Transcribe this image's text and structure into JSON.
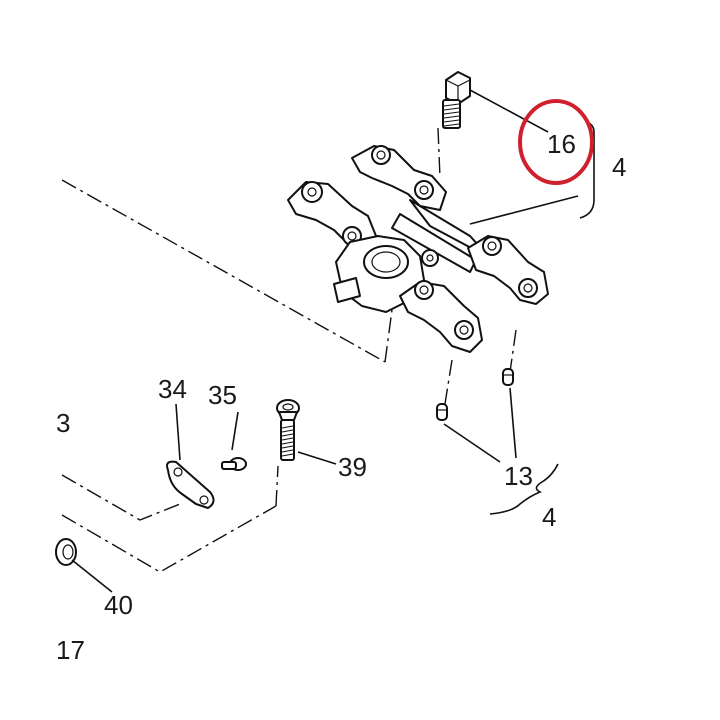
{
  "callouts": {
    "c16": "16",
    "c4_top": "4",
    "c34": "34",
    "c35": "35",
    "c3": "3",
    "c39": "39",
    "c13": "13",
    "c4_bottom": "4",
    "c40": "40",
    "c17": "17"
  },
  "highlight": {
    "target": "16",
    "color": "#d0202e"
  },
  "icons": {
    "bolt_top": "hex-bolt-icon",
    "bearing_carrier": "bearing-carrier-icon",
    "dowel_pins": "dowel-pin-icon",
    "bracket_34": "bracket-icon",
    "screw_35": "small-screw-icon",
    "bolt_39": "socket-bolt-icon",
    "grommet_40": "grommet-icon"
  }
}
